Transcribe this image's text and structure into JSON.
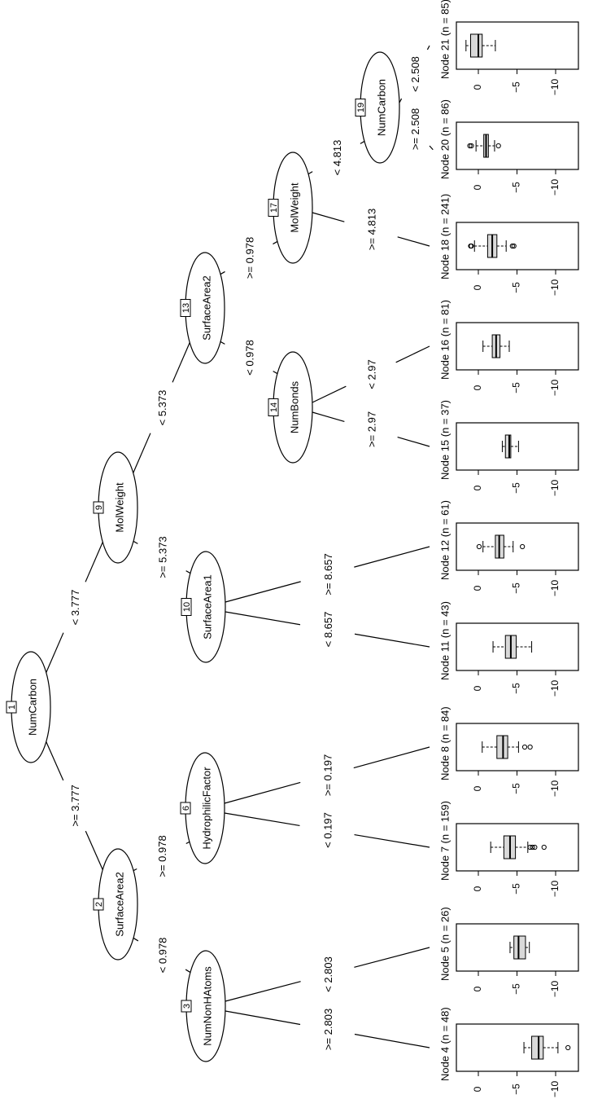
{
  "diagram": {
    "type": "conditional-inference-tree",
    "orientation": "rotated-90",
    "inner_nodes": [
      {
        "id": "1",
        "variable": "NumCarbon"
      },
      {
        "id": "2",
        "variable": "SurfaceArea2"
      },
      {
        "id": "3",
        "variable": "NumNonHAtoms"
      },
      {
        "id": "6",
        "variable": "HydrophilicFactor"
      },
      {
        "id": "9",
        "variable": "MolWeight"
      },
      {
        "id": "10",
        "variable": "SurfaceArea1"
      },
      {
        "id": "13",
        "variable": "SurfaceArea2"
      },
      {
        "id": "14",
        "variable": "NumBonds"
      },
      {
        "id": "17",
        "variable": "MolWeight"
      },
      {
        "id": "19",
        "variable": "NumCarbon"
      }
    ],
    "edges": [
      {
        "from": "1",
        "to": "2",
        "label": ">= 3.777"
      },
      {
        "from": "1",
        "to": "9",
        "label": "< 3.777"
      },
      {
        "from": "2",
        "to": "3",
        "label": "< 0.978"
      },
      {
        "from": "2",
        "to": "6",
        "label": ">= 0.978"
      },
      {
        "from": "3",
        "to": "4",
        "label": ">= 2.803"
      },
      {
        "from": "3",
        "to": "5",
        "label": "< 2.803"
      },
      {
        "from": "6",
        "to": "7",
        "label": "< 0.197"
      },
      {
        "from": "6",
        "to": "8",
        "label": ">= 0.197"
      },
      {
        "from": "9",
        "to": "10",
        "label": ">= 5.373"
      },
      {
        "from": "9",
        "to": "13",
        "label": "< 5.373"
      },
      {
        "from": "10",
        "to": "11",
        "label": "< 8.657"
      },
      {
        "from": "10",
        "to": "12",
        "label": ">= 8.657"
      },
      {
        "from": "13",
        "to": "14",
        "label": "< 0.978"
      },
      {
        "from": "13",
        "to": "17",
        "label": ">= 0.978"
      },
      {
        "from": "14",
        "to": "15",
        "label": ">= 2.97"
      },
      {
        "from": "14",
        "to": "16",
        "label": "< 2.97"
      },
      {
        "from": "17",
        "to": "18",
        "label": ">= 4.813"
      },
      {
        "from": "17",
        "to": "19",
        "label": "< 4.813"
      },
      {
        "from": "19",
        "to": "20",
        "label": ">= 2.508"
      },
      {
        "from": "19",
        "to": "21",
        "label": "< 2.508"
      }
    ],
    "axis_ticks": [
      "0",
      "−5",
      "−10"
    ],
    "axis_tick_values": [
      0,
      -5,
      -10
    ],
    "axis_range": [
      2.5,
      -12.5
    ],
    "terminal_nodes": [
      {
        "id": "4",
        "title": "Node 4 (n = 48)",
        "n": 48,
        "stats": {
          "lo": -5.9,
          "q1": -6.9,
          "med": -7.8,
          "q3": -8.4,
          "hi": -10.3,
          "outliers": [
            -11.6
          ]
        }
      },
      {
        "id": "5",
        "title": "Node 5 (n = 26)",
        "n": 26,
        "stats": {
          "lo": -4.1,
          "q1": -4.6,
          "med": -5.2,
          "q3": -6.1,
          "hi": -6.6,
          "outliers": []
        }
      },
      {
        "id": "7",
        "title": "Node 7 (n = 159)",
        "n": 159,
        "stats": {
          "lo": -1.6,
          "q1": -3.3,
          "med": -4.1,
          "q3": -4.8,
          "hi": -6.4,
          "outliers": [
            -6.7,
            -7.0,
            -7.3,
            -8.5
          ]
        }
      },
      {
        "id": "8",
        "title": "Node 8 (n = 84)",
        "n": 84,
        "stats": {
          "lo": -0.5,
          "q1": -2.4,
          "med": -3.2,
          "q3": -3.8,
          "hi": -5.2,
          "outliers": [
            -6.0,
            -6.7
          ]
        }
      },
      {
        "id": "11",
        "title": "Node 11 (n = 43)",
        "n": 43,
        "stats": {
          "lo": -1.9,
          "q1": -3.5,
          "med": -4.2,
          "q3": -4.9,
          "hi": -6.9,
          "outliers": []
        }
      },
      {
        "id": "12",
        "title": "Node 12 (n = 61)",
        "n": 61,
        "stats": {
          "lo": -0.6,
          "q1": -2.2,
          "med": -2.7,
          "q3": -3.3,
          "hi": -4.5,
          "outliers": [
            -0.1,
            -5.7
          ]
        }
      },
      {
        "id": "15",
        "title": "Node 15 (n = 37)",
        "n": 37,
        "stats": {
          "lo": -3.1,
          "q1": -3.5,
          "med": -4.0,
          "q3": -4.2,
          "hi": -5.2,
          "outliers": []
        }
      },
      {
        "id": "16",
        "title": "Node 16 (n = 81)",
        "n": 81,
        "stats": {
          "lo": -0.6,
          "q1": -1.8,
          "med": -2.3,
          "q3": -2.8,
          "hi": -4.0,
          "outliers": []
        }
      },
      {
        "id": "18",
        "title": "Node 18 (n = 241)",
        "n": 241,
        "stats": {
          "lo": 0.5,
          "q1": -1.2,
          "med": -1.8,
          "q3": -2.4,
          "hi": -3.6,
          "outliers": [
            1.0,
            0.9,
            -4.4,
            -4.6
          ]
        }
      },
      {
        "id": "20",
        "title": "Node 20 (n = 86)",
        "n": 86,
        "stats": {
          "lo": 0.3,
          "q1": -0.7,
          "med": -1.0,
          "q3": -1.3,
          "hi": -2.1,
          "outliers": [
            1.1,
            0.9,
            -2.6
          ]
        }
      },
      {
        "id": "21",
        "title": "Node 21 (n = 85)",
        "n": 85,
        "stats": {
          "lo": 1.6,
          "q1": 1.0,
          "med": 0.0,
          "q3": -0.5,
          "hi": -2.2,
          "outliers": []
        }
      }
    ]
  }
}
